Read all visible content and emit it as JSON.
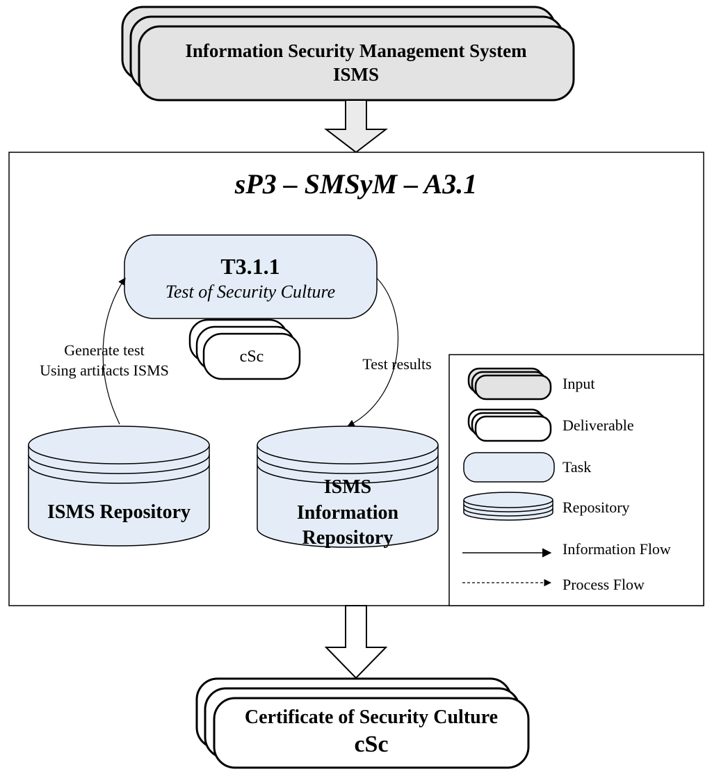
{
  "input_box": {
    "line1": "Information Security Management System",
    "line2": "ISMS"
  },
  "process": {
    "title": "sP3 – SMSyM – A3.1",
    "task": {
      "id": "T3.1.1",
      "name": "Test of Security Culture"
    },
    "deliverable_label": "cSc",
    "left_flow_label": {
      "line1": "Generate test",
      "line2": "Using artifacts ISMS"
    },
    "right_flow_label": "Test results",
    "repo_left": {
      "line1": "ISMS Repository"
    },
    "repo_right": {
      "line1": "ISMS",
      "line2": "Information",
      "line3": "Repository"
    }
  },
  "legend": {
    "input": "Input",
    "deliverable": "Deliverable",
    "task": "Task",
    "repository": "Repository",
    "information_flow": "Information Flow",
    "process_flow": "Process Flow"
  },
  "output_box": {
    "line1": "Certificate of Security Culture",
    "line2": "cSc"
  },
  "colors": {
    "input_fill": "#e3e3e3",
    "task_fill": "#e4edf7",
    "repo_fill": "#e4edf7",
    "stroke": "#000000",
    "arrow_fill": "#ebebeb"
  }
}
